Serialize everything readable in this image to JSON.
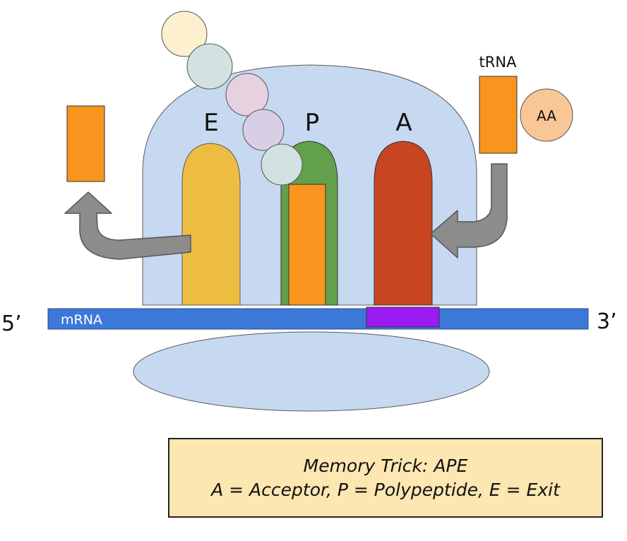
{
  "labels": {
    "site_e": "E",
    "site_p": "P",
    "site_a": "A",
    "five_prime": "5’",
    "three_prime": "3’",
    "mrna": "mRNA",
    "trna": "tRNA",
    "amino_acid": "AA"
  },
  "memory": {
    "title": "Memory Trick: APE",
    "expansion": "A = Acceptor, P = Polypeptide, E = Exit"
  },
  "colors": {
    "ribosome": "#c6d9f1",
    "e_site": "#edbd42",
    "p_site": "#62a04b",
    "a_site": "#c84521",
    "trna": "#f7951f",
    "mrna": "#3c78d8",
    "codon": "#9b1cf2",
    "arrow": "#8c8c8c",
    "memory_box": "#fce6b1"
  }
}
